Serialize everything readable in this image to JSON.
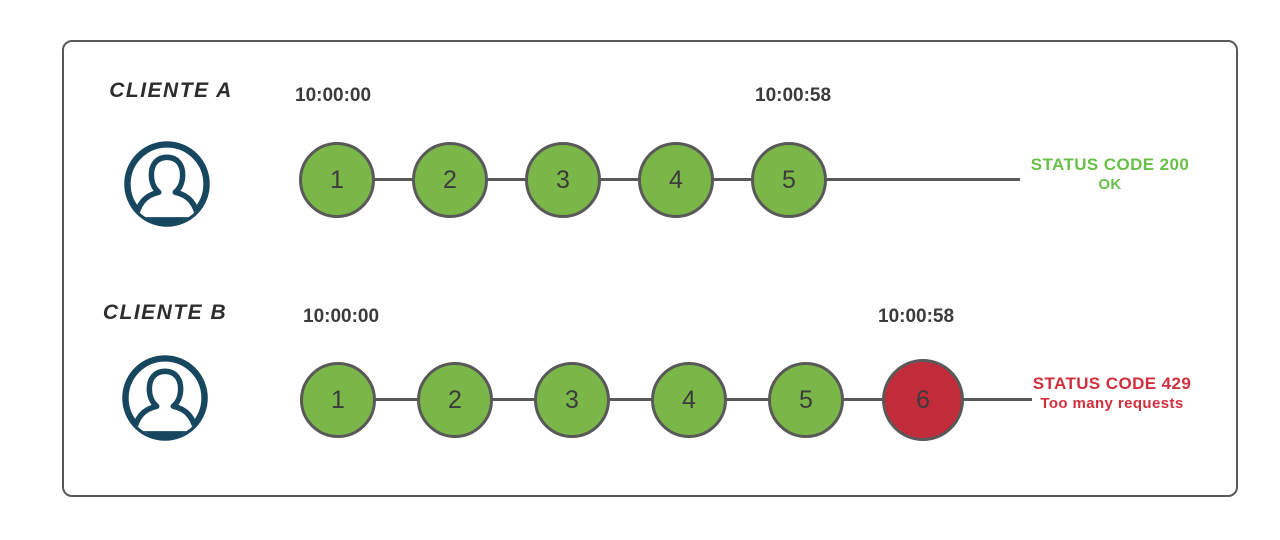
{
  "colors": {
    "success_fill": "#7ab648",
    "error_fill": "#c22b3a",
    "success_text": "#6abf4a",
    "error_text": "#d22f3d",
    "avatar_stroke": "#17465f",
    "line": "#595959",
    "text_dark": "#3b3b3b"
  },
  "clients": [
    {
      "name": "CLIENTE A",
      "start_time": "10:00:00",
      "end_time": "10:00:58",
      "requests": [
        "1",
        "2",
        "3",
        "4",
        "5"
      ],
      "status_code_label": "STATUS CODE 200",
      "status_message": "OK",
      "result": "success"
    },
    {
      "name": "CLIENTE B",
      "start_time": "10:00:00",
      "end_time": "10:00:58",
      "requests": [
        "1",
        "2",
        "3",
        "4",
        "5",
        "6"
      ],
      "rate_limited_request": "6",
      "status_code_label": "STATUS CODE 429",
      "status_message": "Too many requests",
      "result": "error"
    }
  ]
}
